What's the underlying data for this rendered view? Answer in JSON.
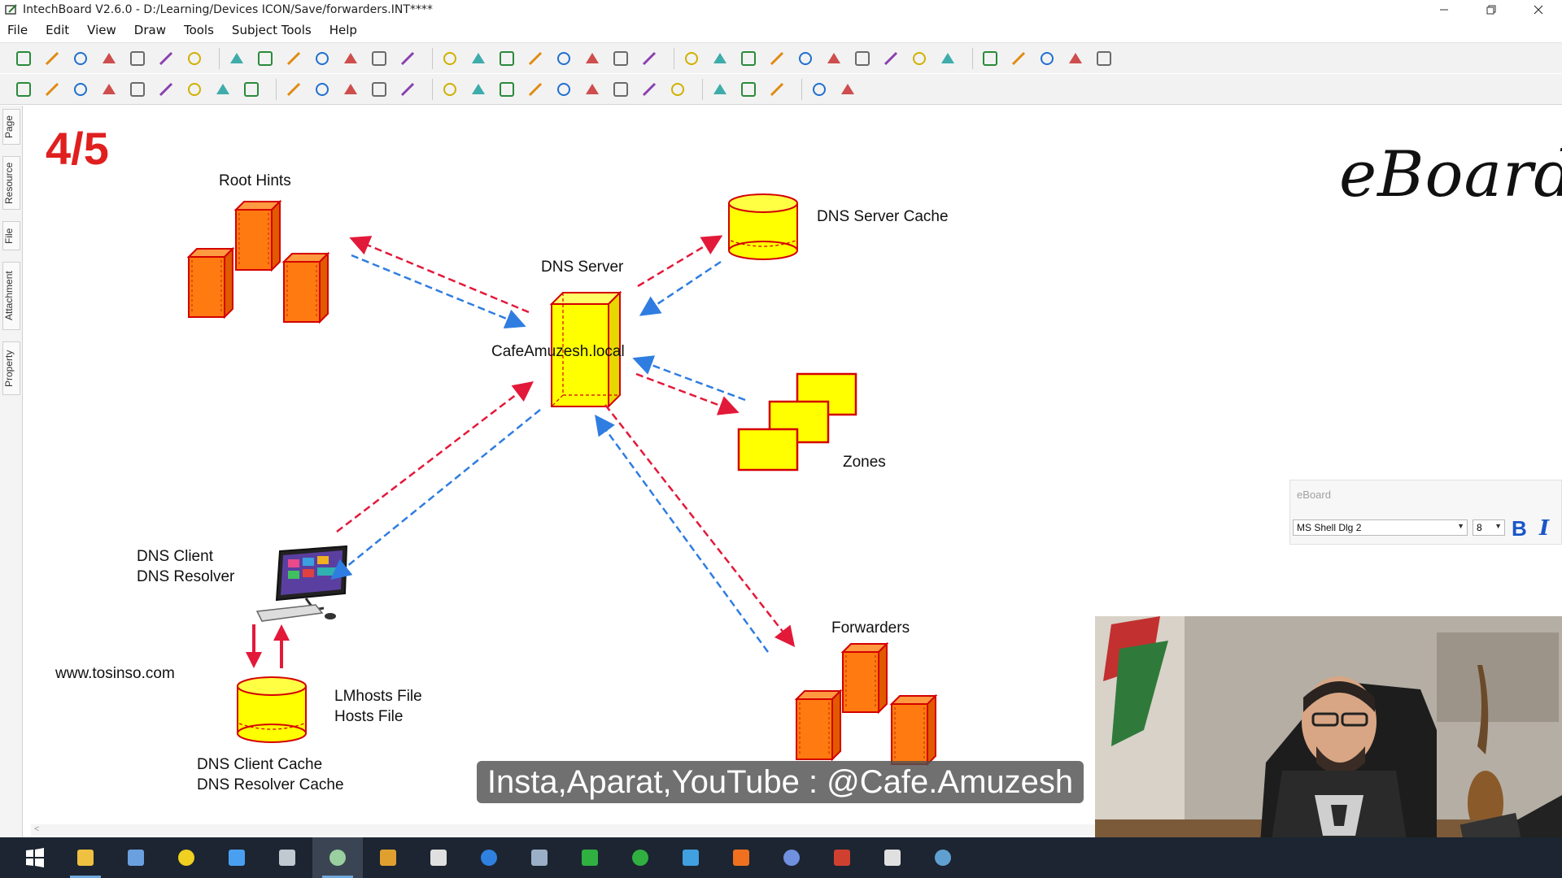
{
  "window": {
    "title": "IntechBoard V2.6.0 - D:/Learning/Devices ICON/Save/forwarders.INT****",
    "controls": [
      "minimize",
      "restore",
      "close"
    ]
  },
  "menu": {
    "items": [
      "File",
      "Edit",
      "View",
      "Draw",
      "Tools",
      "Subject Tools",
      "Help"
    ]
  },
  "toolbar1": {
    "icons": [
      "new-page-icon",
      "new-file-icon",
      "open-folder-icon",
      "save-icon",
      "save-as-icon",
      "email-icon",
      "export-icon",
      "undo-icon",
      "redo-icon",
      "cut-icon",
      "copy-icon",
      "paste-icon",
      "paste-special-icon",
      "delete-icon",
      "fit-page-icon",
      "fit-width-icon",
      "zoom-out-icon",
      "zoom-in-icon",
      "move-up-icon",
      "move-down-icon",
      "bring-forward-icon",
      "send-backward-icon",
      "screen-icon",
      "record-icon",
      "camera-icon",
      "screenshot-icon",
      "pin-icon",
      "monitor-icon",
      "network-icon",
      "screen-share-icon",
      "screen-sync-icon",
      "3d-box-icon",
      "calculator-icon",
      "globe-icon",
      "video-camera-icon",
      "magic-wand-icon",
      "signature-icon"
    ]
  },
  "toolbar2": {
    "icons": [
      "select-arrow-icon",
      "pen-icon",
      "eraser-icon",
      "line-icon",
      "red-pen-icon",
      "marker-icon",
      "highlighter-icon",
      "brush-icon",
      "fill-icon",
      "rotate-icon",
      "shape-icon",
      "ruler-icon",
      "rectangle-icon",
      "3d-shape-icon",
      "triangle-icon",
      "set-square-icon",
      "protractor-icon",
      "pencil-icon",
      "yellow-pencil-icon",
      "compass-icon",
      "axis-icon",
      "sqrt-icon",
      "molecule-icon",
      "flask-icon",
      "gauge-icon",
      "balance-icon",
      "chart-icon",
      "graph-axes-icon"
    ]
  },
  "side_tabs": [
    "Page",
    "Resource",
    "File",
    "Attachment",
    "Property"
  ],
  "diagram": {
    "page_number": "4/5",
    "logo": "eBoard",
    "labels": {
      "root_hints": "Root Hints",
      "dns_server": "DNS Server",
      "server_host": "CafeAmuzesh.local",
      "dns_cache": "DNS Server Cache",
      "zones": "Zones",
      "client_1": "DNS Client",
      "client_2": "DNS Resolver",
      "hosts_1": "LMhosts File",
      "hosts_2": "Hosts File",
      "client_cache_1": "DNS Client Cache",
      "client_cache_2": "DNS Resolver Cache",
      "forwarders": "Forwarders",
      "website": "www.tosinso.com"
    },
    "colors": {
      "server_fill": "#ffff00",
      "server_stroke": "#d40000",
      "orange_fill": "#ff7a10",
      "red_arrow": "#e3193a",
      "blue_arrow": "#2f7de1"
    }
  },
  "overlay": {
    "social_text": "Insta,Aparat,YouTube : @Cafe.Amuzesh"
  },
  "font_panel": {
    "placeholder": "eBoard",
    "font": "MS Shell Dlg 2",
    "size": "8",
    "bold": "B",
    "italic": "I"
  },
  "taskbar": {
    "icons": [
      "windows-start-icon",
      "file-explorer-icon",
      "monitor-app-icon",
      "sticky-notes-icon",
      "browser-blue-icon",
      "steam-icon",
      "intechboard-icon",
      "chrome-icon",
      "app-pattern-icon",
      "photoshop-icon",
      "network-tool-icon",
      "camtasia-icon",
      "camtasia-green-icon",
      "screen-app-icon",
      "firefox-icon",
      "remote-icon",
      "powerpoint-icon",
      "settings-icon",
      "display-app-icon"
    ],
    "active_index": 6
  }
}
